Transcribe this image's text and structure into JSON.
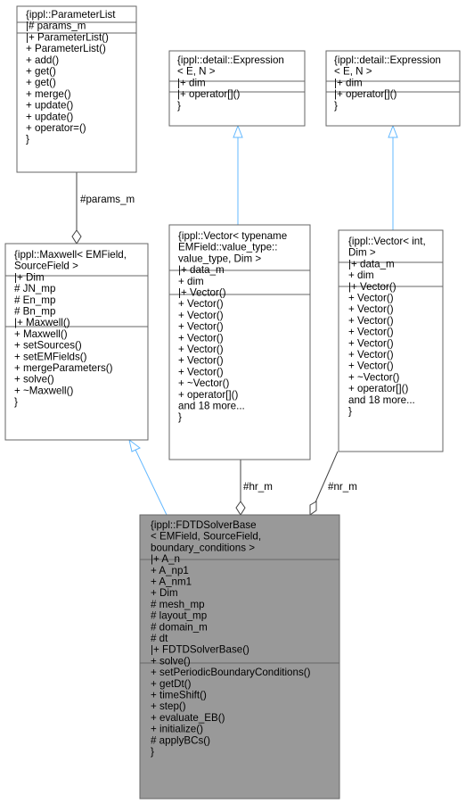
{
  "colors": {
    "composition_edge": "#404040",
    "inheritance_edge": "#63b8ff",
    "box_border": "#666666",
    "main_box_fill": "#999999"
  },
  "nodes": {
    "parameter_list": {
      "lines": [
        "{ippl::ParameterList",
        "|# params_m",
        "|+ ParameterList()",
        "+ ParameterList()",
        "+ add()",
        "+ get()",
        "+ get()",
        "+ merge()",
        "+ update()",
        "+ update()",
        "+ operator=()",
        "}"
      ]
    },
    "expression_1": {
      "lines": [
        "{ippl::detail::Expression",
        "< E, N >",
        "|+ dim",
        "|+ operator[]()",
        "}"
      ]
    },
    "expression_2": {
      "lines": [
        "{ippl::detail::Expression",
        "< E, N >",
        "|+ dim",
        "|+ operator[]()",
        "}"
      ]
    },
    "maxwell": {
      "lines": [
        "{ippl::Maxwell< EMField,",
        "SourceField >",
        "|+ Dim",
        "# JN_mp",
        "# En_mp",
        "# Bn_mp",
        "|+ Maxwell()",
        "+ Maxwell()",
        "+ setSources()",
        "+ setEMFields()",
        "+ mergeParameters()",
        "+ solve()",
        "+ ~Maxwell()",
        "}"
      ]
    },
    "vector_typename": {
      "lines": [
        "{ippl::Vector< typename",
        "EMField::value_type::",
        "value_type, Dim >",
        "|+ data_m",
        "+ dim",
        "|+ Vector()",
        "+ Vector()",
        "+ Vector()",
        "+ Vector()",
        "+ Vector()",
        "+ Vector()",
        "+ Vector()",
        "+ Vector()",
        "+ ~Vector()",
        "+ operator[]()",
        "and 18 more...",
        "}"
      ]
    },
    "vector_int": {
      "lines": [
        "{ippl::Vector< int,",
        "Dim >",
        "|+ data_m",
        "+ dim",
        "|+ Vector()",
        "+ Vector()",
        "+ Vector()",
        "+ Vector()",
        "+ Vector()",
        "+ Vector()",
        "+ Vector()",
        "+ Vector()",
        "+ ~Vector()",
        "+ operator[]()",
        "and 18 more...",
        "}"
      ]
    },
    "fdtd_solver_base": {
      "lines": [
        "{ippl::FDTDSolverBase",
        "< EMField, SourceField,",
        "boundary_conditions >",
        "|+ A_n",
        "+ A_np1",
        "+ A_nm1",
        "+ Dim",
        "# mesh_mp",
        "# layout_mp",
        "# domain_m",
        "# dt",
        "|+ FDTDSolverBase()",
        "+ solve()",
        "+ setPeriodicBoundaryConditions()",
        "+ getDt()",
        "+ timeShift()",
        "+ step()",
        "+ evaluate_EB()",
        "+ initialize()",
        "# applyBCs()",
        "}"
      ]
    }
  },
  "edge_labels": {
    "params": "#params_m",
    "hr": "#hr_m",
    "nr": "#nr_m"
  }
}
